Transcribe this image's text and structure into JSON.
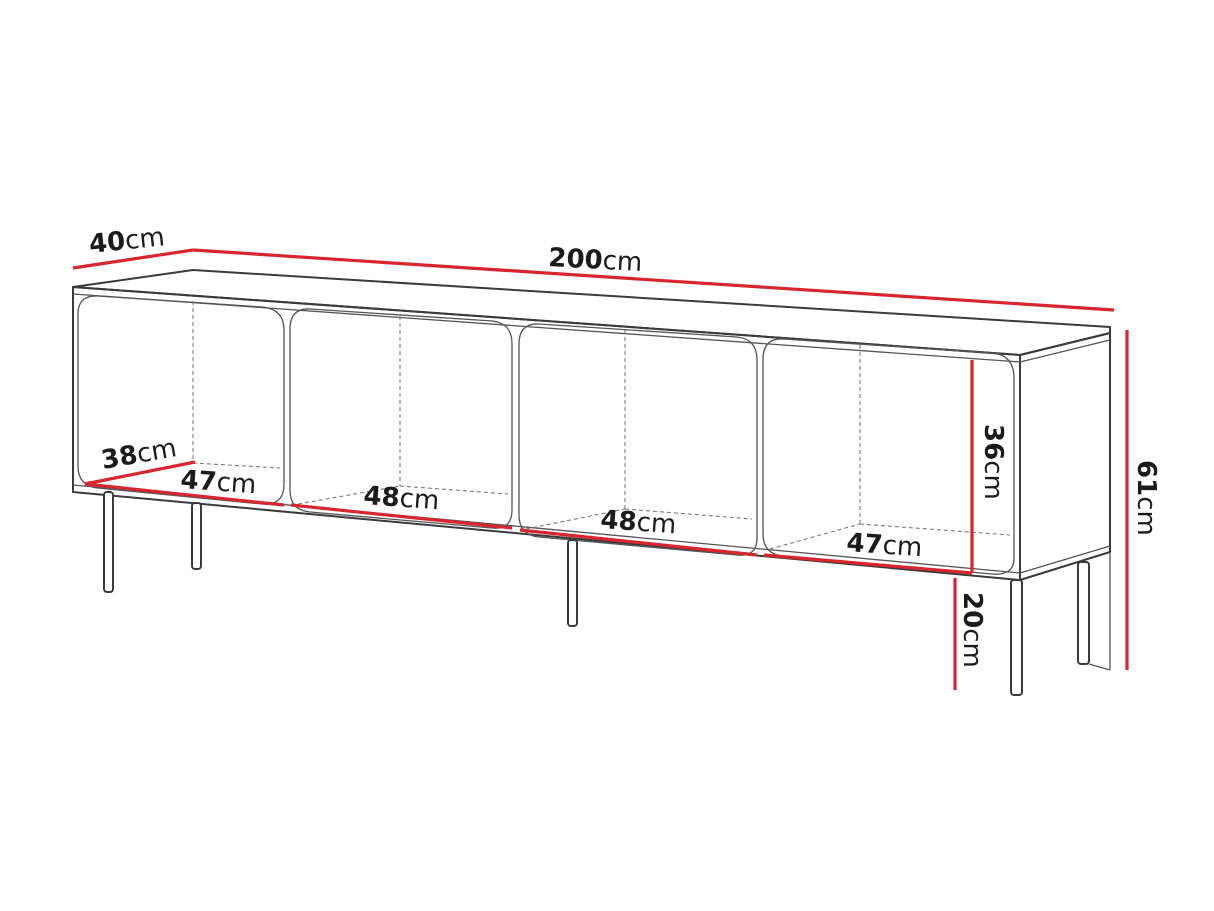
{
  "colors": {
    "dimension_line": "#d8262e",
    "outline": "#3b3b3b",
    "text": "#1b1b1b"
  },
  "dimensions": {
    "depth_top": {
      "value": "40",
      "unit": "cm"
    },
    "width": {
      "value": "200",
      "unit": "cm"
    },
    "inner_depth": {
      "value": "38",
      "unit": "cm"
    },
    "compartment_1": {
      "value": "47",
      "unit": "cm"
    },
    "compartment_2": {
      "value": "48",
      "unit": "cm"
    },
    "compartment_3": {
      "value": "48",
      "unit": "cm"
    },
    "compartment_4": {
      "value": "47",
      "unit": "cm"
    },
    "inner_height": {
      "value": "36",
      "unit": "cm"
    },
    "total_height": {
      "value": "61",
      "unit": "cm"
    },
    "leg_height": {
      "value": "20",
      "unit": "cm"
    }
  }
}
